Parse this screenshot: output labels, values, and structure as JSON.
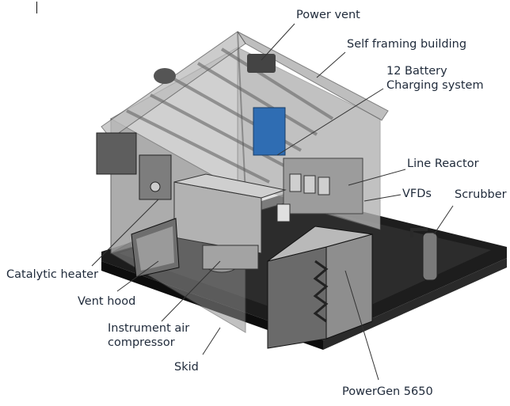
{
  "diagram": {
    "callouts": {
      "power_vent": "Power vent",
      "self_framing_building": "Self framing building",
      "battery_line1": "12 Battery",
      "battery_line2": "Charging system",
      "line_reactor": "Line Reactor",
      "vfds": "VFDs",
      "scrubber": "Scrubber",
      "catalytic_heater": "Catalytic heater",
      "vent_hood": "Vent hood",
      "instrument_air_line1": "Instrument air",
      "instrument_air_line2": "compressor",
      "skid": "Skid",
      "powergen": "PowerGen 5650"
    },
    "colors": {
      "wall_grey": "#9a9a9a",
      "roof_grey": "#b4b4b4",
      "skid_black": "#1a1a1a",
      "battery_blue": "#2f6db3",
      "callout_text": "#1f2a3a"
    }
  }
}
